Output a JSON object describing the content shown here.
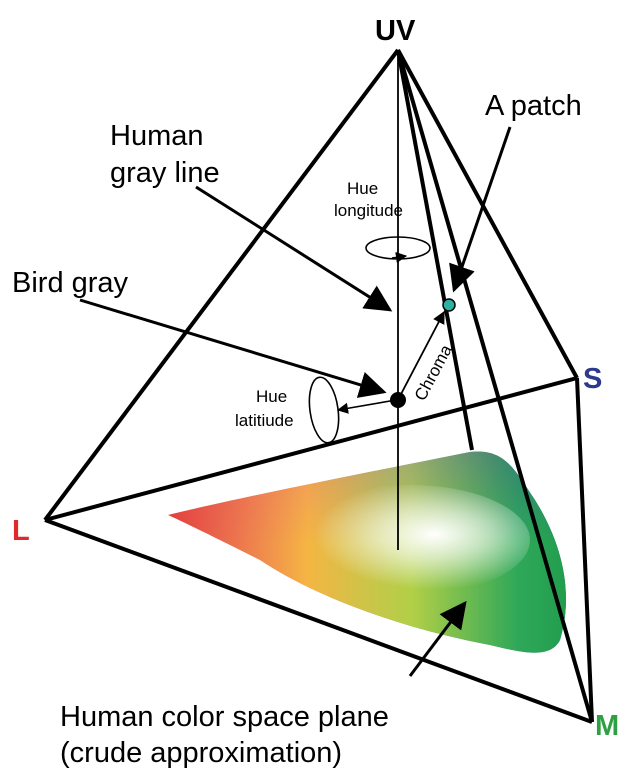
{
  "vertices": {
    "uv": "UV",
    "s": "S",
    "l": "L",
    "m": "M"
  },
  "labels": {
    "human_gray_line": [
      "Human",
      "gray line"
    ],
    "bird_gray": "Bird gray",
    "a_patch": "A patch",
    "hue_longitude": [
      "Hue",
      "longitude"
    ],
    "hue_latitude": [
      "Hue",
      "latitiude"
    ],
    "chroma": "Chroma",
    "human_color_space": [
      "Human color space plane",
      "(crude approximation)"
    ]
  },
  "colors": {
    "s_vertex": "#2b3a8c",
    "l_vertex": "#e0292b",
    "m_vertex": "#2ea043",
    "a_patch_dot": "#2bb3a0"
  }
}
